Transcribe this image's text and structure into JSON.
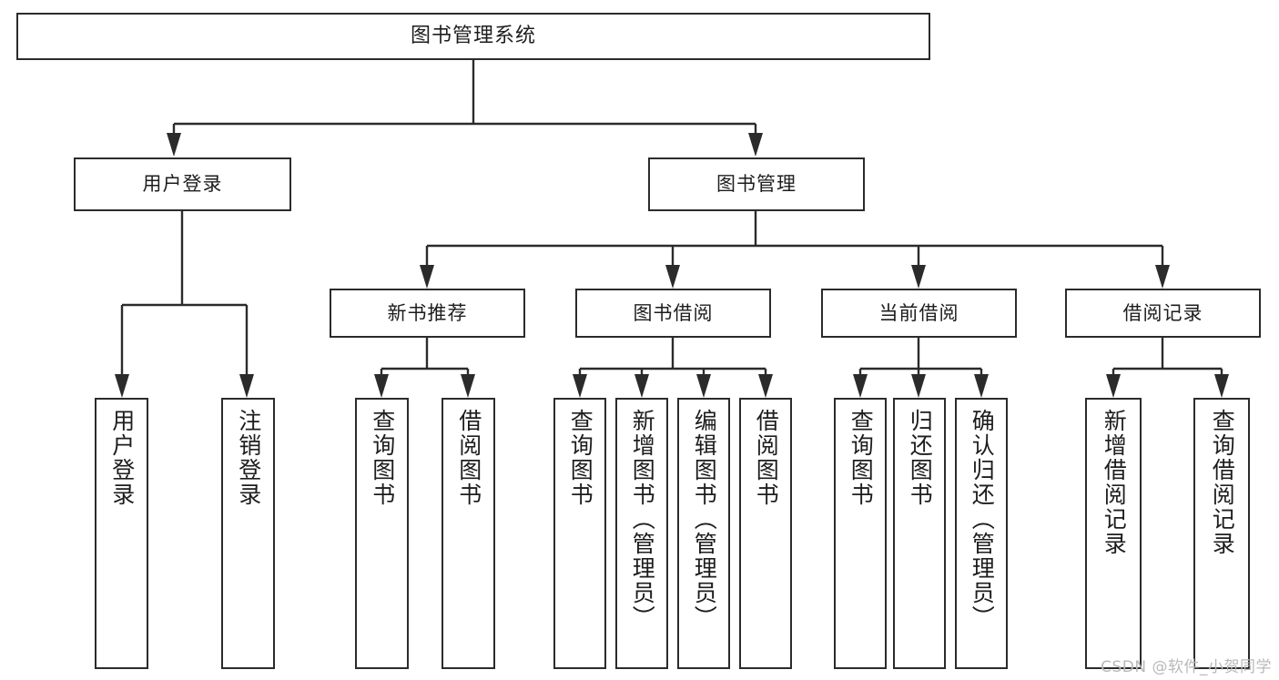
{
  "diagram": {
    "type": "tree",
    "title": "图书管理系统",
    "watermark": "CSDN @软件_小贺同学",
    "root": {
      "label": "图书管理系统"
    },
    "tier1": [
      {
        "label": "用户登录"
      },
      {
        "label": "图书管理"
      }
    ],
    "tier2": [
      {
        "label": "新书推荐"
      },
      {
        "label": "图书借阅"
      },
      {
        "label": "当前借阅"
      },
      {
        "label": "借阅记录"
      }
    ],
    "leaves": {
      "user_login": [
        {
          "label": "用户登录"
        },
        {
          "label": "注销登录"
        }
      ],
      "new_book_recommend": [
        {
          "label": "查询图书"
        },
        {
          "label": "借阅图书"
        }
      ],
      "book_borrow": [
        {
          "label": "查询图书"
        },
        {
          "label": "新增图书（管理员）"
        },
        {
          "label": "编辑图书（管理员）"
        },
        {
          "label": "借阅图书"
        }
      ],
      "current_borrow": [
        {
          "label": "查询图书"
        },
        {
          "label": "归还图书"
        },
        {
          "label": "确认归还（管理员）"
        }
      ],
      "borrow_record": [
        {
          "label": "新增借阅记录"
        },
        {
          "label": "查询借阅记录"
        }
      ]
    },
    "colors": {
      "background": "#ffffff",
      "border": "#2b2b2b",
      "text": "#1d1d1d",
      "watermark": "#b9b9b9"
    }
  }
}
